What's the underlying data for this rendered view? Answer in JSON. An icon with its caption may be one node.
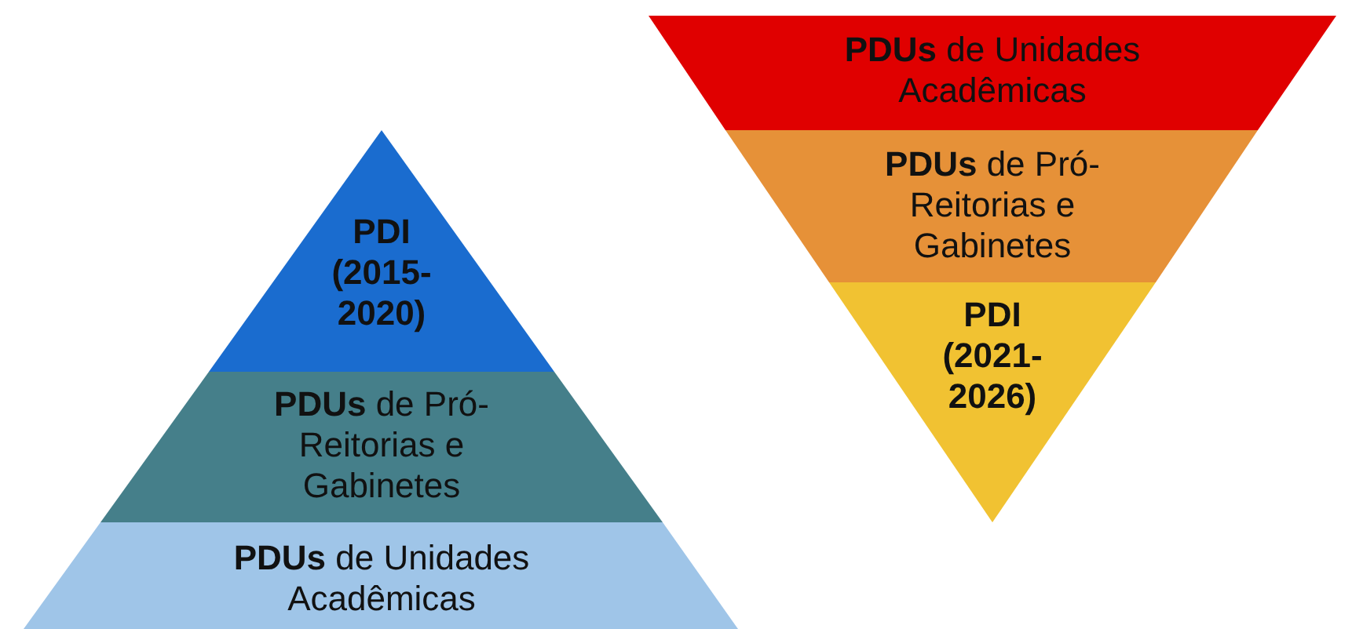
{
  "diagram": {
    "nodes": [
      {
        "text": [
          "PDI (2015-2020)"
        ]
      },
      {
        "text": [
          "**PDUs** de Pró-Reitorias e Gabinetes"
        ]
      },
      {
        "text": [
          "**PDUs** de Unidades Acadêmicas"
        ]
      },
      {
        "text": [
          "**PDUs** de Unidades Acadêmicas"
        ]
      },
      {
        "text": [
          "**PDUs** de Pró-Reitorias e Gabinetes"
        ]
      },
      {
        "text": [
          "PDI (2021-2026)"
        ]
      }
    ]
  }
}
